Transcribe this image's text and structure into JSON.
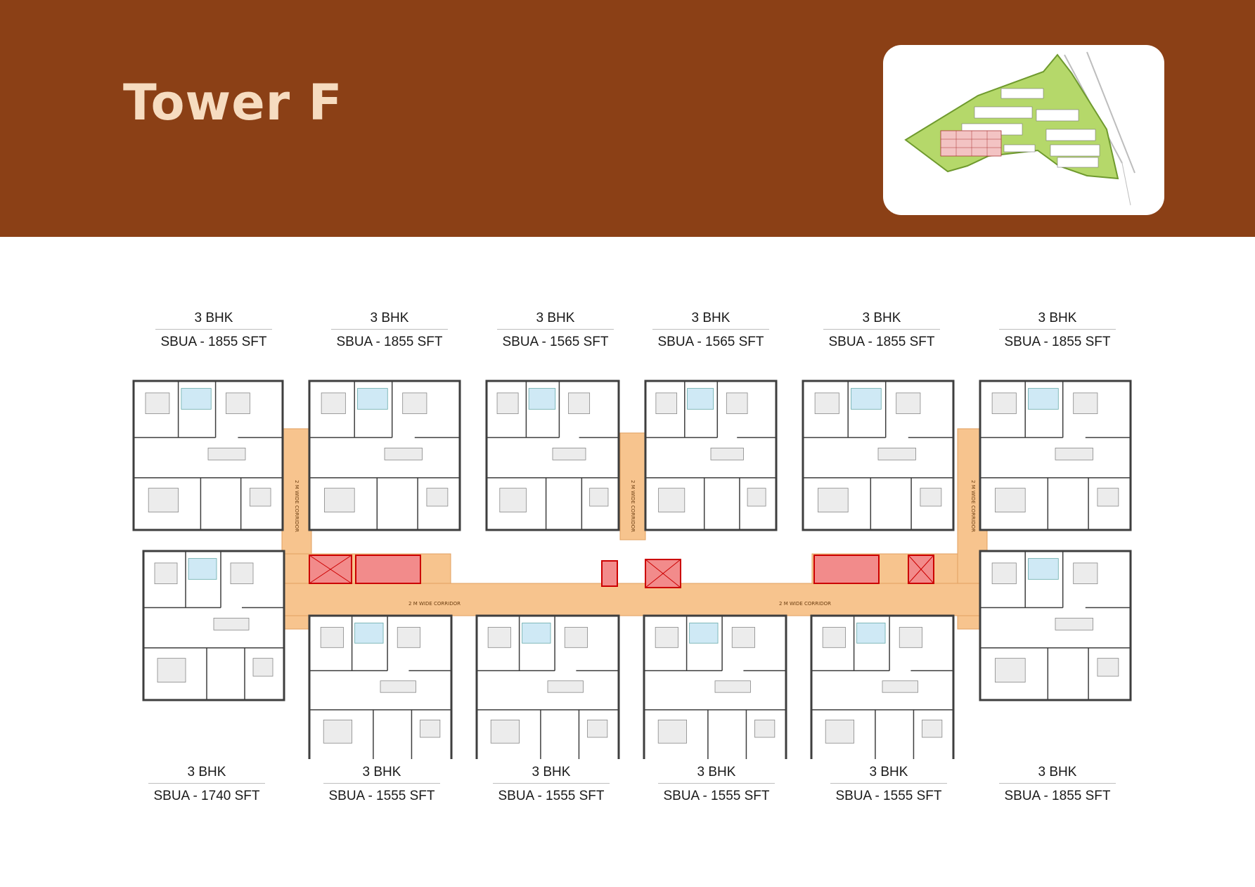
{
  "title": "Tower F",
  "corridors": {
    "horizontal": "2 M WIDE CORRIDOR",
    "vertical": "2 M WIDE CORRIDOR"
  },
  "units_top": [
    {
      "type": "3 BHK",
      "area": "SBUA - 1855 SFT"
    },
    {
      "type": "3 BHK",
      "area": "SBUA - 1855 SFT"
    },
    {
      "type": "3 BHK",
      "area": "SBUA - 1565 SFT"
    },
    {
      "type": "3 BHK",
      "area": "SBUA - 1565 SFT"
    },
    {
      "type": "3 BHK",
      "area": "SBUA - 1855 SFT"
    },
    {
      "type": "3 BHK",
      "area": "SBUA - 1855 SFT"
    }
  ],
  "units_bottom": [
    {
      "type": "3 BHK",
      "area": "SBUA - 1740 SFT"
    },
    {
      "type": "3 BHK",
      "area": "SBUA - 1555 SFT"
    },
    {
      "type": "3 BHK",
      "area": "SBUA - 1555 SFT"
    },
    {
      "type": "3 BHK",
      "area": "SBUA - 1555 SFT"
    },
    {
      "type": "3 BHK",
      "area": "SBUA - 1555 SFT"
    },
    {
      "type": "3 BHK",
      "area": "SBUA - 1855 SFT"
    }
  ],
  "colors": {
    "header": "#8b4016",
    "title": "#f6dcc0",
    "corridor": "#f7c48e",
    "stair": "#f28b8b",
    "wall": "#4a4a4a",
    "site_green": "#b5d86a"
  }
}
